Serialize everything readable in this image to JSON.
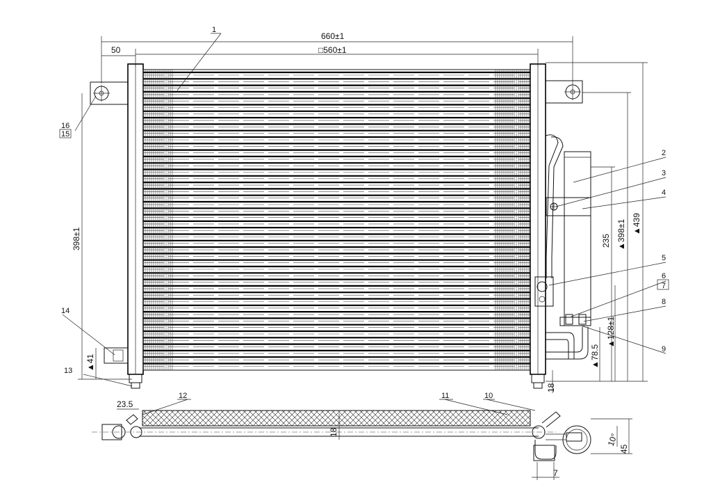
{
  "dimensions": {
    "overall_width": "660±1",
    "core_width": "□560±1",
    "bracket_offset": "50",
    "height_left": "398±1",
    "height_right": "▲398±1",
    "height_total": "▲439",
    "receiver_height": "235",
    "port_height_1": "▲78.5",
    "port_height_2": "▲128±1",
    "bottom_offset": "18",
    "foot_height": "▲41",
    "side_bracket": "23.5",
    "depth": "18",
    "side_width": "7",
    "angle": "10°",
    "depth_right": "45"
  },
  "callouts": [
    "1",
    "2",
    "3",
    "4",
    "5",
    "6",
    "7",
    "8",
    "9",
    "10",
    "11",
    "12",
    "13",
    "14",
    "16",
    "15"
  ],
  "colors": {
    "line": "#111111",
    "background": "#ffffff"
  }
}
